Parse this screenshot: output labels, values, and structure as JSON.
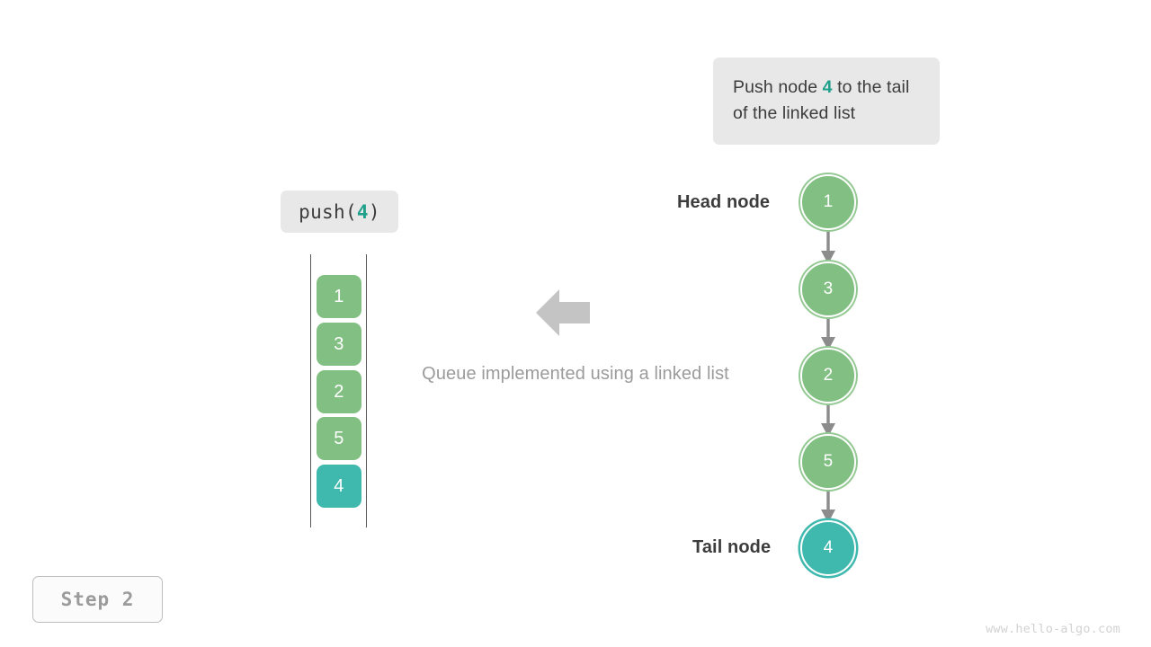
{
  "callout": {
    "prefix": "Push node ",
    "value": "4",
    "suffix": " to the tail of the linked list"
  },
  "operation": {
    "name": "push",
    "open_paren": "(",
    "arg": "4",
    "close_paren": ")"
  },
  "stack": {
    "cells": [
      {
        "value": "1",
        "color": "green"
      },
      {
        "value": "3",
        "color": "green"
      },
      {
        "value": "2",
        "color": "green"
      },
      {
        "value": "5",
        "color": "green"
      },
      {
        "value": "4",
        "color": "teal"
      }
    ]
  },
  "middle": {
    "arrow_direction": "left",
    "caption": "Queue implemented using a linked list"
  },
  "linked_list": {
    "head_label": "Head node",
    "tail_label": "Tail node",
    "nodes": [
      {
        "value": "1",
        "color": "green"
      },
      {
        "value": "3",
        "color": "green"
      },
      {
        "value": "2",
        "color": "green"
      },
      {
        "value": "5",
        "color": "green"
      },
      {
        "value": "4",
        "color": "teal"
      }
    ]
  },
  "step_badge": "Step 2",
  "watermark": "www.hello-algo.com",
  "colors": {
    "green": "#82bf82",
    "teal": "#3fb8ae",
    "accent_text": "#21a08c",
    "chip_bg": "#e8e8e8",
    "arrow_gray": "#8c8c8c",
    "caption_gray": "#9b9b9b"
  }
}
